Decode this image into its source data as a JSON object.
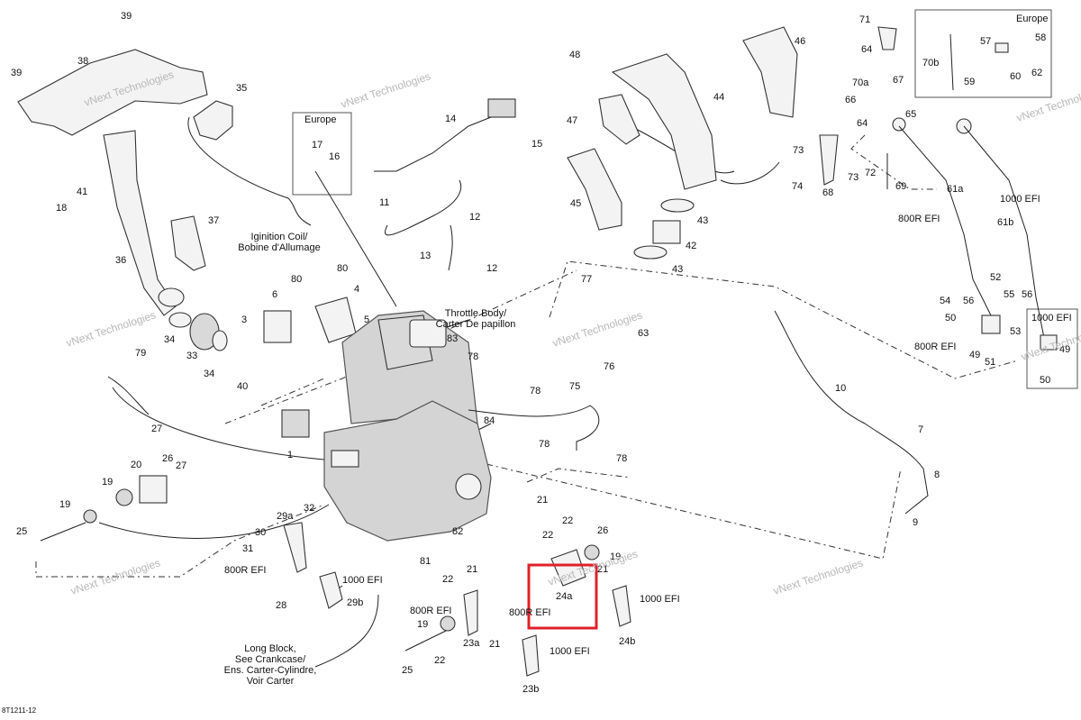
{
  "diagram_ref": "8T1211-12",
  "accent": "#e0202a",
  "watermark": "vNext Technologies",
  "regions": {
    "europe_top_right": "Europe",
    "europe_left": "Europe",
    "inset_1000efi": "1000 EFI"
  },
  "callouts": [
    {
      "label": "Iginition Coil/\nBobine d'Allumage"
    },
    {
      "label": "Throttle Body/\nCarter De papillon"
    },
    {
      "label": "Long Block,\nSee Crankcase/\nEns. Carter-Cylindre,\nVoir Carter"
    }
  ],
  "variants": [
    "800R EFI",
    "1000 EFI"
  ],
  "part_numbers": [
    "1",
    "3",
    "4",
    "5",
    "6",
    "7",
    "8",
    "9",
    "10",
    "11",
    "12",
    "13",
    "14",
    "15",
    "16",
    "17",
    "18",
    "19",
    "20",
    "21",
    "22",
    "23a",
    "23b",
    "24a",
    "24b",
    "25",
    "26",
    "27",
    "28",
    "29a",
    "29b",
    "30",
    "31",
    "32",
    "33",
    "34",
    "35",
    "36",
    "37",
    "38",
    "39",
    "40",
    "41",
    "42",
    "43",
    "44",
    "45",
    "46",
    "47",
    "48",
    "49",
    "50",
    "51",
    "52",
    "53",
    "54",
    "55",
    "56",
    "57",
    "58",
    "59",
    "60",
    "61a",
    "61b",
    "62",
    "63",
    "64",
    "65",
    "66",
    "67",
    "68",
    "69",
    "70a",
    "70b",
    "71",
    "72",
    "73",
    "74",
    "75",
    "76",
    "77",
    "78",
    "79",
    "80",
    "81",
    "82",
    "83",
    "84"
  ],
  "highlight": {
    "label": "24a",
    "color": "#e0202a"
  }
}
